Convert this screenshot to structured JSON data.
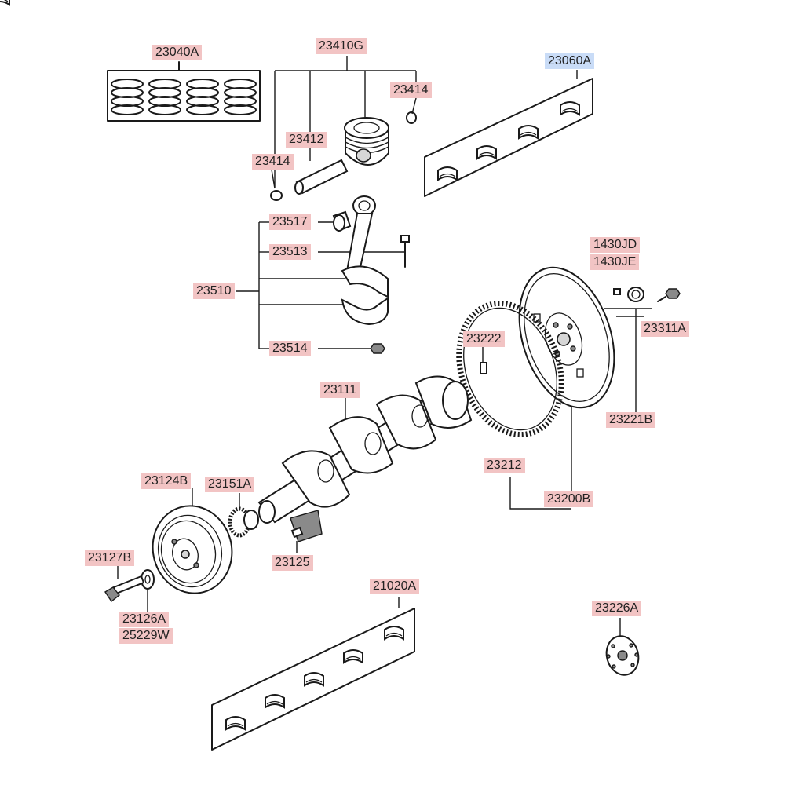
{
  "colors": {
    "label_bg": "#f2c4c4",
    "label_selected_bg": "#c9dcf7",
    "line": "#1a1a1a"
  },
  "selected_part": "23060A",
  "labels": {
    "p23040A": "23040A",
    "p23410G": "23410G",
    "p23060A": "23060A",
    "p23414_a": "23414",
    "p23412": "23412",
    "p23414_b": "23414",
    "p23517": "23517",
    "p23513": "23513",
    "p23510": "23510",
    "p23514": "23514",
    "p1430JD": "1430JD",
    "p1430JE": "1430JE",
    "p23311A": "23311A",
    "p23222": "23222",
    "p23111": "23111",
    "p23221B": "23221B",
    "p23212": "23212",
    "p23200B": "23200B",
    "p23124B": "23124B",
    "p23151A": "23151A",
    "p23127B": "23127B",
    "p23125": "23125",
    "p23126A": "23126A",
    "p25229W": "25229W",
    "p21020A": "21020A",
    "p23226A": "23226A"
  }
}
